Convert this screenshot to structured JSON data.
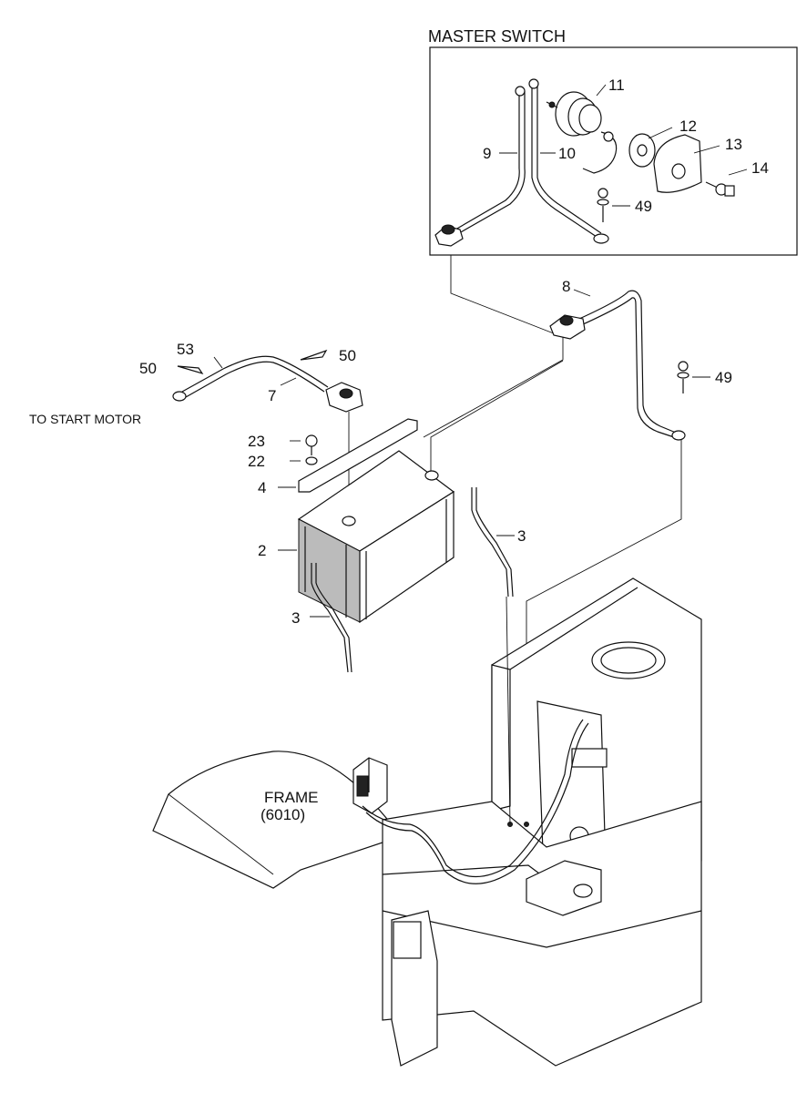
{
  "section_title": "MASTER SWITCH",
  "labels": {
    "to_start_motor": "TO START MOTOR",
    "frame_line1": "FRAME",
    "frame_line2": "(6010)"
  },
  "callouts": {
    "c11": "11",
    "c12": "12",
    "c13": "13",
    "c14": "14",
    "c9": "9",
    "c10": "10",
    "c49a": "49",
    "c8": "8",
    "c49b": "49",
    "c53": "53",
    "c50a": "50",
    "c50b": "50",
    "c7": "7",
    "c23": "23",
    "c22": "22",
    "c4": "4",
    "c2": "2",
    "c3a": "3",
    "c3b": "3"
  }
}
